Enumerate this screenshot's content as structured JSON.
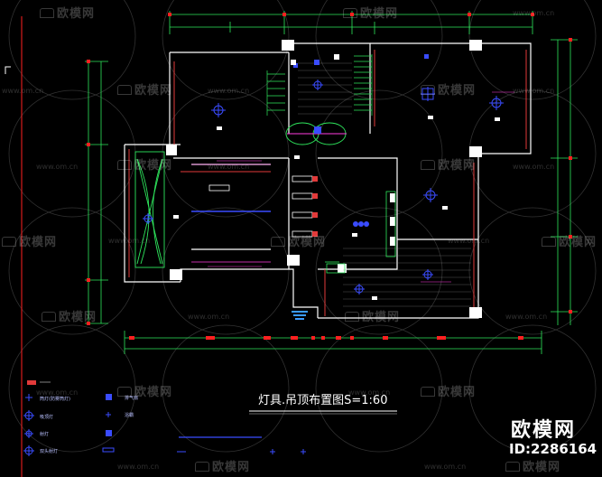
{
  "drawing_title": "灯具.吊顶布置图S=1:60",
  "brand": {
    "name": "欧模网",
    "id": "ID:2286164"
  },
  "watermark": {
    "text": "欧模网",
    "url": "www.om.cn"
  },
  "colors": {
    "background": "#000000",
    "wall": "#ffffff",
    "wall_fill": "#e23a3a",
    "dimension": "#2ee65c",
    "fixture": "#3a4cff",
    "annotation": "#ff3de0",
    "red_mark": "#ff2020"
  },
  "legend": {
    "left_items": [
      {
        "icon": "cross-lamp-icon",
        "label": "筒灯(防雾筒灯)"
      },
      {
        "icon": "ceiling-lamp-icon",
        "label": "吸顶灯"
      },
      {
        "icon": "spot-lamp-icon",
        "label": "射灯"
      },
      {
        "icon": "dual-lamp-icon",
        "label": "双头射灯"
      }
    ],
    "mid_items": [
      {
        "icon": "exhaust-fan-icon",
        "label": "排气扇"
      },
      {
        "icon": "heater-icon",
        "label": "浴霸"
      }
    ]
  }
}
